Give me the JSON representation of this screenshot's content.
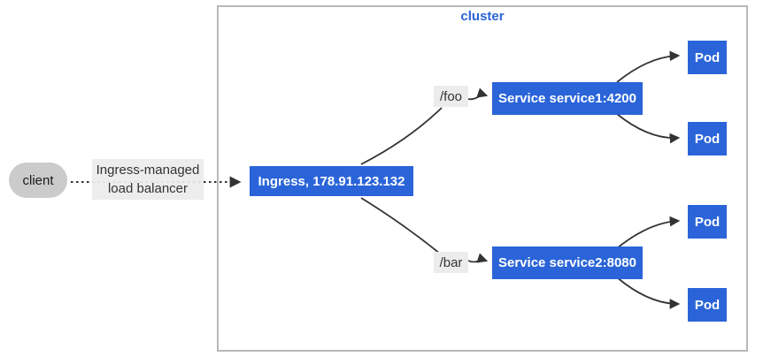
{
  "diagram": {
    "cluster_label": "cluster",
    "client_label": "client",
    "lb_label": [
      "Ingress-managed",
      "load balancer"
    ],
    "ingress_label": "Ingress, 178.91.123.132",
    "routes": {
      "foo": "/foo",
      "bar": "/bar"
    },
    "services": [
      {
        "label": "Service service1:4200"
      },
      {
        "label": "Service service2:8080"
      }
    ],
    "pods": [
      {
        "label": "Pod"
      },
      {
        "label": "Pod"
      },
      {
        "label": "Pod"
      },
      {
        "label": "Pod"
      }
    ],
    "edges": [
      {
        "from": "client",
        "to": "ingress",
        "style": "dotted",
        "label": "Ingress-managed load balancer"
      },
      {
        "from": "ingress",
        "to": "service1",
        "label": "/foo"
      },
      {
        "from": "ingress",
        "to": "service2",
        "label": "/bar"
      },
      {
        "from": "service1",
        "to": "pod-1"
      },
      {
        "from": "service1",
        "to": "pod-2"
      },
      {
        "from": "service2",
        "to": "pod-3"
      },
      {
        "from": "service2",
        "to": "pod-4"
      }
    ],
    "colors": {
      "node_blue": "#2a64d8",
      "cluster_text": "#2a64d8",
      "cluster_border": "#b8b8b8",
      "arrow": "#333333",
      "label_bg": "#ececec",
      "client_fill": "#cbcbcb"
    }
  }
}
